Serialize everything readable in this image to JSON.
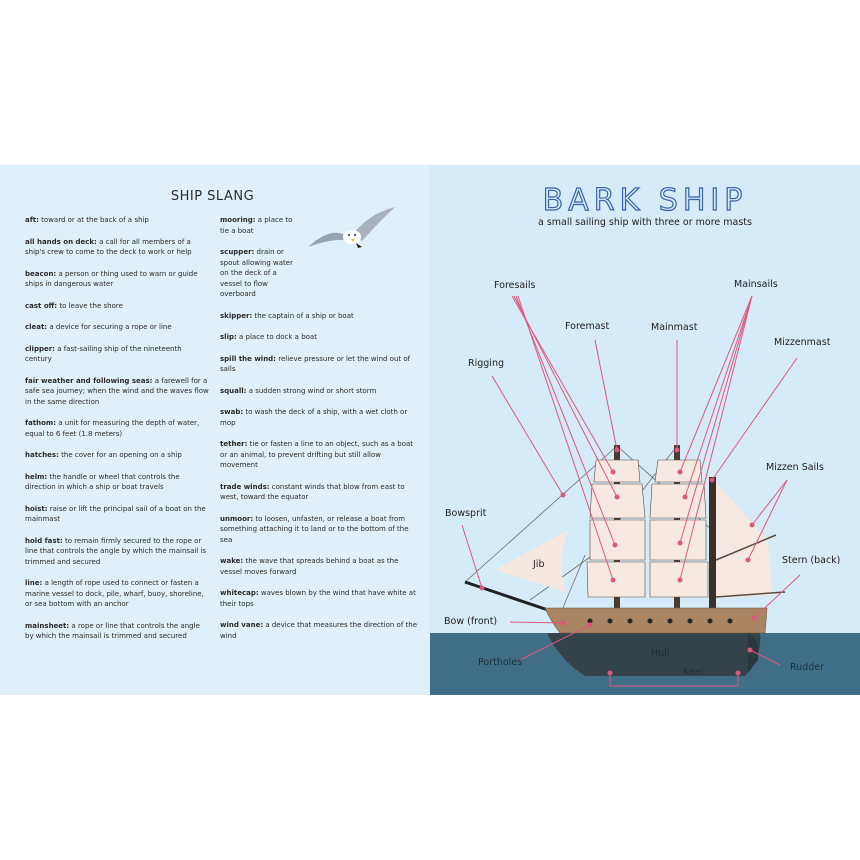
{
  "left_page": {
    "title": "SHIP SLANG",
    "column1": [
      {
        "term": "aft:",
        "definition": " toward or at the back of a ship"
      },
      {
        "term": "all hands on deck:",
        "definition": " a call for all members of a ship's crew to come to the deck to work or help"
      },
      {
        "term": "beacon:",
        "definition": " a person or thing used to warn or guide ships in dangerous water"
      },
      {
        "term": "cast off:",
        "definition": " to leave the shore"
      },
      {
        "term": "cleat:",
        "definition": " a device for securing a rope or line"
      },
      {
        "term": "clipper:",
        "definition": " a fast-sailing ship of the nineteenth century"
      },
      {
        "term": "fair weather and following seas:",
        "definition": " a farewell for a safe sea journey; when the wind and the waves flow in the same direction"
      },
      {
        "term": "fathom:",
        "definition": " a unit for measuring the depth of water, equal to 6 feet (1.8 meters)"
      },
      {
        "term": "hatches:",
        "definition": " the cover for an opening on a ship"
      },
      {
        "term": "helm:",
        "definition": " the handle or wheel that controls the direction in which a ship or boat travels"
      },
      {
        "term": "hoist:",
        "definition": " raise or lift the principal sail of a boat on the mainmast"
      },
      {
        "term": "hold fast:",
        "definition": " to remain firmly secured to the rope or line that controls the angle by which the mainsail is trimmed and secured"
      },
      {
        "term": "line:",
        "definition": " a length of rope used to connect or fasten a marine vessel to dock, pile, wharf, buoy, shoreline, or sea bottom with an anchor"
      },
      {
        "term": "mainsheet:",
        "definition": " a rope or line that controls the angle by which the mainsail is trimmed and secured"
      }
    ],
    "column2": [
      {
        "term": "mooring:",
        "definition": " a place to tie a boat"
      },
      {
        "term": "scupper:",
        "definition": " drain or spout allowing water on the deck of a vessel to flow overboard"
      },
      {
        "term": "skipper:",
        "definition": " the captain of a ship or boat"
      },
      {
        "term": "slip:",
        "definition": " a place to dock a boat"
      },
      {
        "term": "spill the wind:",
        "definition": " relieve pressure or let the wind out of sails"
      },
      {
        "term": "squall:",
        "definition": " a sudden strong wind or short storm"
      },
      {
        "term": "swab:",
        "definition": " to wash the deck of a ship, with a wet cloth or mop"
      },
      {
        "term": "tether:",
        "definition": " tie or fasten a line to an object, such as a boat or an animal, to prevent drifting but still allow movement"
      },
      {
        "term": "trade winds:",
        "definition": " constant winds that blow from east to west, toward the equator"
      },
      {
        "term": "unmoor:",
        "definition": " to loosen, unfasten, or release a boat from something attaching it to land or to the bottom of the sea"
      },
      {
        "term": "wake:",
        "definition": " the wave that spreads behind a boat as the vessel moves forward"
      },
      {
        "term": "whitecap:",
        "definition": " waves blown by the wind that have white at their tops"
      },
      {
        "term": "wind vane:",
        "definition": " a device that measures the direction of the wind"
      }
    ]
  },
  "right_page": {
    "title": "BARK SHIP",
    "subtitle": "a small sailing ship with three or more masts",
    "labels": {
      "foresails": "Foresails",
      "foremast": "Foremast",
      "mainmast": "Mainmast",
      "mainsails": "Mainsails",
      "mizzenmast": "Mizzenmast",
      "rigging": "Rigging",
      "mizzen_sails": "Mizzen Sails",
      "bowsprit": "Bowsprit",
      "stern": "Stern (back)",
      "jib": "Jib",
      "bow": "Bow (front)",
      "portholes": "Portholes",
      "hull": "Hull",
      "keel": "Keel",
      "rudder": "Rudder"
    },
    "colors": {
      "pointer": "#e0577e",
      "title": "#3b62a6",
      "sea": "#3f6e86"
    }
  }
}
